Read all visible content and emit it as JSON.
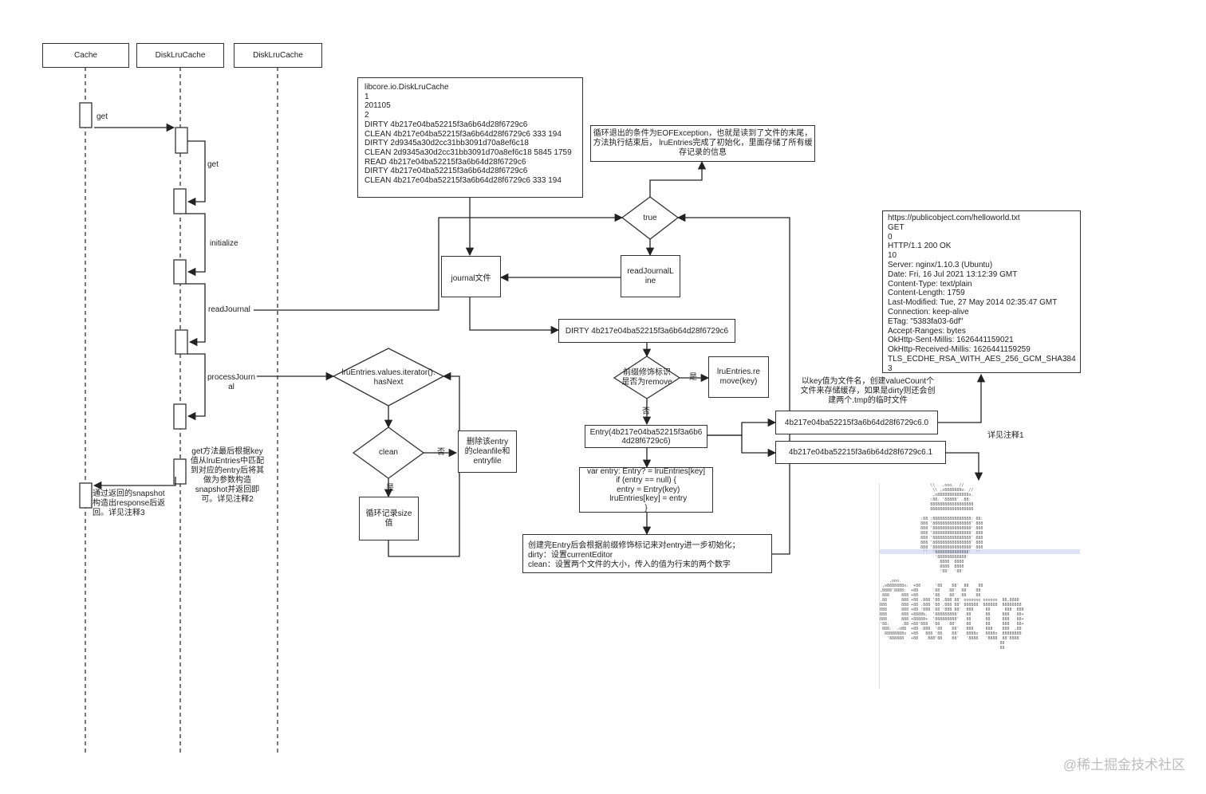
{
  "lifelines": {
    "cache": "Cache",
    "disk1": "DiskLruCache",
    "disk2": "DiskLruCache"
  },
  "messages": {
    "get1": "get",
    "get2": "get",
    "initialize": "initialize",
    "read_journal": "readJournal",
    "process_journal": "processJourn\nal"
  },
  "notes": {
    "note2": "get方法最后根据key\n值从lruEntries中匹配\n到对应的entry后将其\n做为参数构造\nsnapshot并返回即\n可。详见注释2",
    "note3": "通过返回的snapshot\n构造出response后返\n回。详见注释3",
    "eof": "循环退出的条件为EOFException，也就是读到了文件的末尾，\n方法执行结束后， lruEntries完成了初始化，里面存储了所有缓\n存记录的信息",
    "key_file": "以key值为文件名，创建valueCount个\n文件来存储缓存，如果是dirty则还会创\n建两个.tmp的临时文件",
    "note1": "详见注释1"
  },
  "journal_content": "libcore.io.DiskLruCache\n1\n201105\n2\nDIRTY 4b217e04ba52215f3a6b64d28f6729c6\nCLEAN 4b217e04ba52215f3a6b64d28f6729c6 333 194\nDIRTY 2d9345a30d2cc31bb3091d70a8ef6c18\nCLEAN 2d9345a30d2cc31bb3091d70a8ef6c18 5845 1759\nREAD 4b217e04ba52215f3a6b64d28f6729c6\nDIRTY 4b217e04ba52215f3a6b64d28f6729c6\nCLEAN 4b217e04ba52215f3a6b64d28f6729c6 333 194",
  "flow": {
    "true_label": "true",
    "journal_file": "journal文件",
    "read_line": "readJournalL\nine",
    "dirty_line": "DIRTY 4b217e04ba52215f3a6b64d28f6729c6",
    "prefix_check": "前缀修饰标识\n是否为remove",
    "yes": "是",
    "no": "否",
    "remove_key": "lruEntries.re\nmove(key)",
    "entry_line": "Entry(4b217e04ba52215f3a6b6\n4d28f6729c6)",
    "code": "var entry: Entry? = lruEntries[key]\nif (entry == null) {\n  entry = Entry(key)\n  lruEntries[key] = entry\n}",
    "init_note": "创建完Entry后会根据前缀修饰标记来对entry进一步初始化；\ndirty：设置currentEditor\nclean：设置两个文件的大小，传入的值为行末的两个数字",
    "file0": "4b217e04ba52215f3a6b64d28f6729c6.0",
    "file1": "4b217e04ba52215f3a6b64d28f6729c6.1"
  },
  "loop": {
    "has_next": "lruEntries.values.iterator().\nhasNext",
    "clean": "clean",
    "no": "否",
    "yes": "是",
    "delete": "删除该entry\n的cleanfile和\nentryfile",
    "size": "循环记录size\n值"
  },
  "http_content": "https://publicobject.com/helloworld.txt\nGET\n0\nHTTP/1.1 200 OK\n10\nServer: nginx/1.10.3 (Ubuntu)\nDate: Fri, 16 Jul 2021 13:12:39 GMT\nContent-Type: text/plain\nContent-Length: 1759\nLast-Modified: Tue, 27 May 2014 02:35:47 GMT\nConnection: keep-alive\nETag: \"5383fa03-6df\"\nAccept-Ranges: bytes\nOkHttp-Sent-Millis: 1626441159021\nOkHttp-Received-Millis: 1626441159259\nTLS_ECDHE_RSA_WITH_AES_256_GCM_SHA384\n3",
  "ascii_art": "                     \\\\   ,ooo.  //\n                      \\\\ ,o8888888o. //\n                      ,o8888888888888o.\n                     :88. '88888' .88:\n                     888888888888888888\n                     888888888888888888\n\n                 :88 :8888888888888888: 88:\n                 888 '8888888888888888' 888\n                 888 '8888888888888888' 888\n                 888 '8888888888888888' 888\n                 888 '8888888888888888' 888\n                 888 '8888888888888888' 888\n                 888 '8888888888888888' 888\n                  ''  '88888888888888'  ''\n                       '888888888888'\n                         8888  8888\n                         8888  8888\n                         '88'  '88'\n\n    ,ooo.\n ,o8888888o.  +88      '88    88'  88    88\n,8888'8888:  +88      '88    88'  88    88\n 888     888 +88      '88    88'  88    88\n.88      888 +88 .888 '88 .888 88' ooooooo oooooo  88,8888\n888      888 +88 .888 '88 .888 88' 888888  888888  88888888\n888      888 +88 '888 '88 '888 88'  888     88      888  888\n888      888 +8888b.  '888888888'   88      88     888   88+\n888      888 +88888+  '888888888'   88      88     888   88+\n'88.     .88 +88'888  '88    88'    88      88     888   88+\n 888.  .o88  +88  888  '88    88'   888     888    888  ,88\n  88888888o  +88   888 '88    88'   8888o   8888o  88888888\n   '888888   +88    888'88    88'   '8888   '8888  88'8888\n                                                  88\n                                                  88",
  "watermark": "@稀土掘金技术社区"
}
